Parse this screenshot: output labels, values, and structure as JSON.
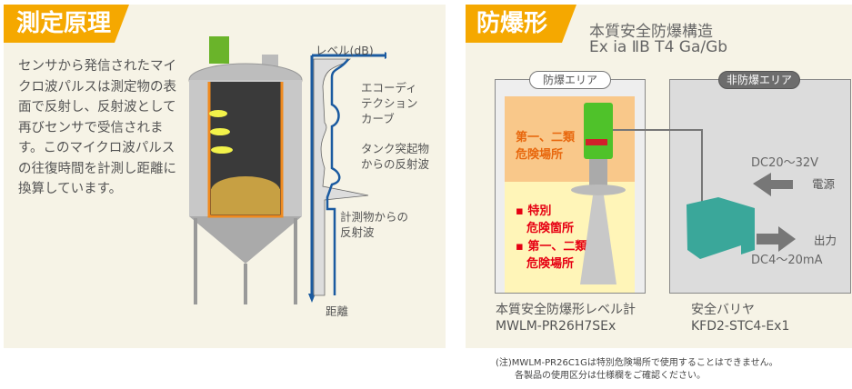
{
  "left": {
    "tab_title": "測定原理",
    "description": "センサから発信されたマイクロ波パルスは測定物の表面で反射し、反射波として再びセンサで受信されます。このマイクロ波パルスの往復時間を計測し距離に換算しています。",
    "chart": {
      "y_axis": "レベル(dB)",
      "x_axis": "距離",
      "label_echo": [
        "エコーディ",
        "テクション",
        "カーブ"
      ],
      "label_tank": [
        "タンク突起物",
        "からの反射波"
      ],
      "label_target": [
        "計測物からの",
        "反射波"
      ]
    }
  },
  "right": {
    "tab_title": "防爆形",
    "subtitle_1": "本質安全防爆構造",
    "subtitle_2": "Ex ia ⅡB T4 Ga/Gb",
    "hazard_zone": "防爆エリア",
    "safe_zone": "非防爆エリア",
    "zone_1_2": [
      "第一、二類",
      "危険場所"
    ],
    "bullets": [
      [
        "特別",
        "危険箇所"
      ],
      [
        "第一、二類",
        "危険場所"
      ]
    ],
    "power_voltage": "DC20～32V",
    "power_label": "電源",
    "output_label": "出力",
    "output_current": "DC4～20mA",
    "product_1_name": "本質安全防爆形レベル計",
    "product_1_model": "MWLM-PR26H7SEx",
    "product_2_name": "安全バリヤ",
    "product_2_model": "KFD2-STC4-Ex1",
    "note_1": "(注)MWLM-PR26C1Gは特別危険場所で使用することはできません。",
    "note_2": "各製品の使用区分は仕様欄をご確認ください。"
  }
}
